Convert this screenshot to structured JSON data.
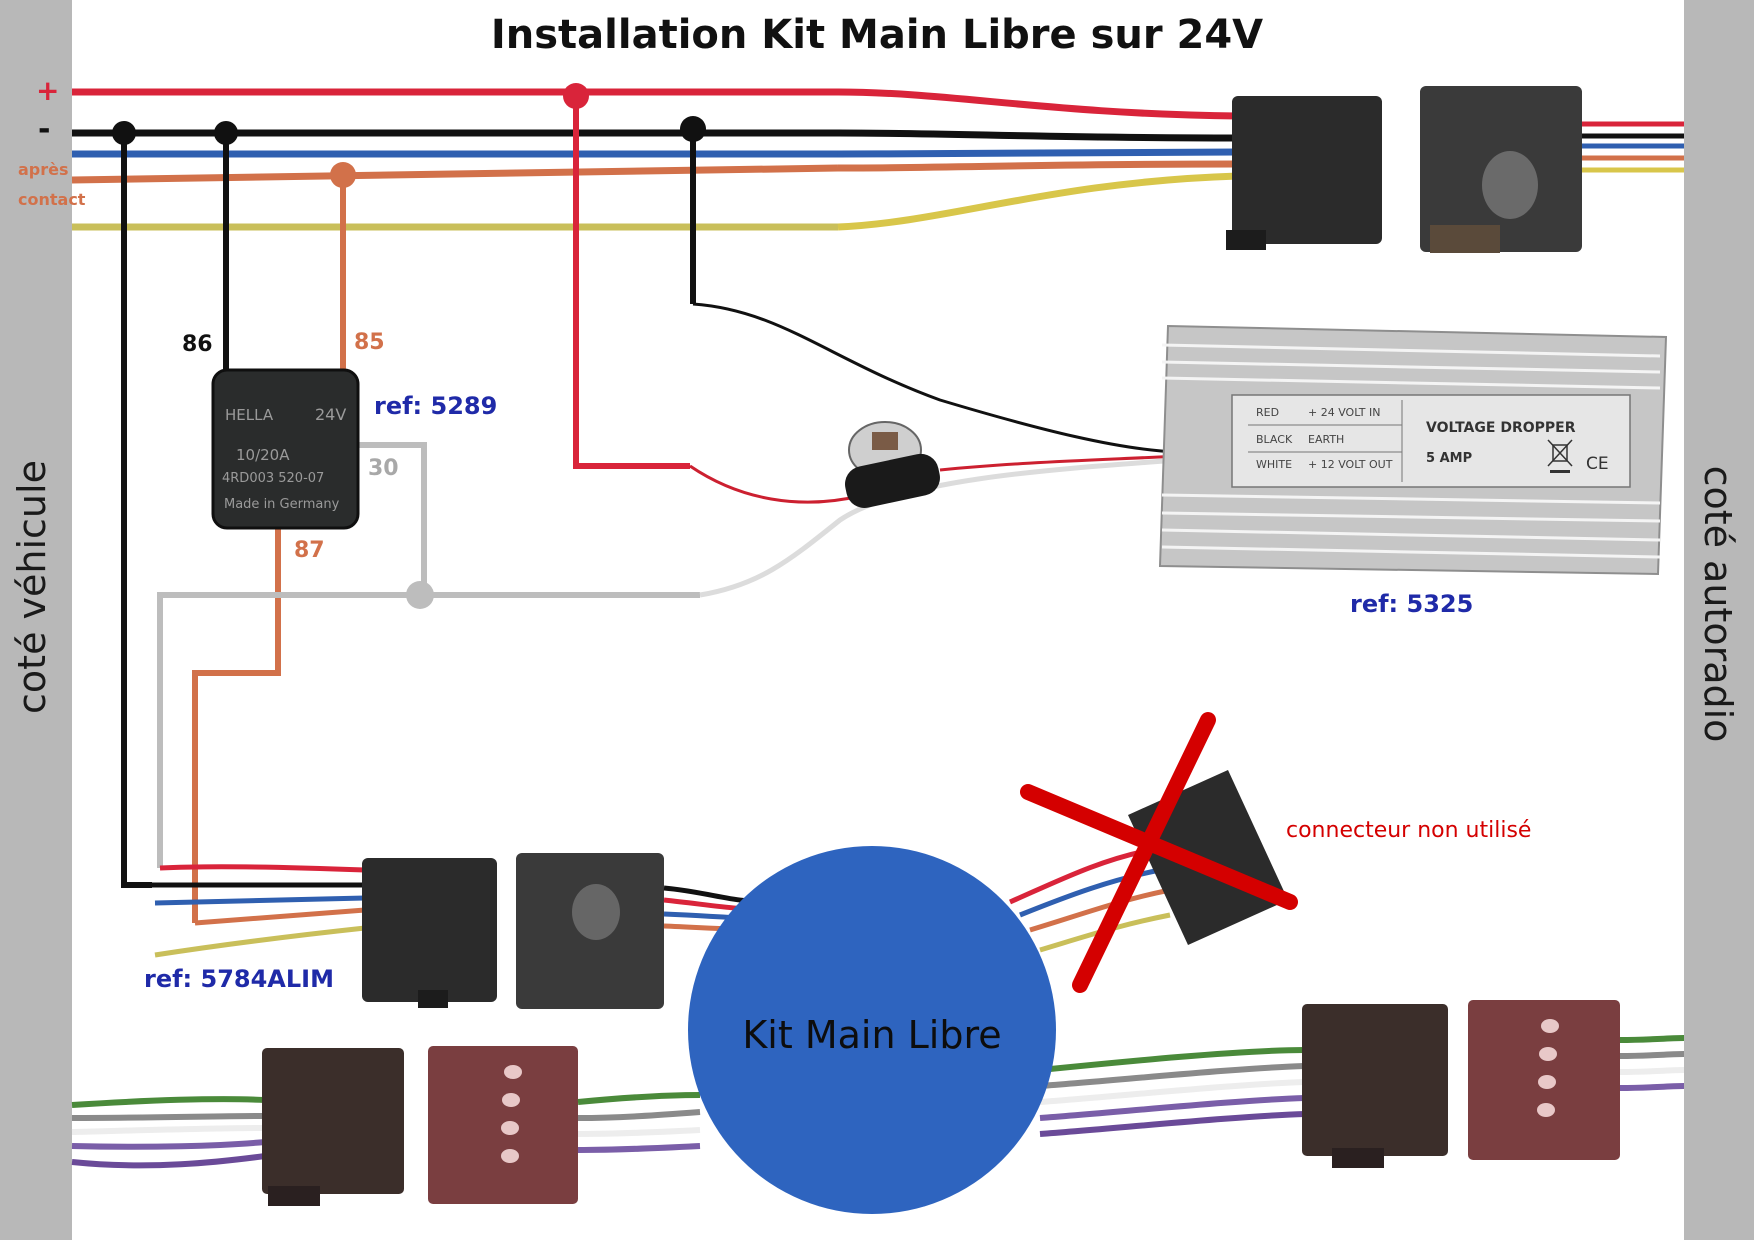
{
  "title": "Installation Kit Main Libre sur 24V",
  "left_side": "coté véhicule",
  "right_side": "coté autoradio",
  "wire_labels": {
    "plus": "+",
    "minus": "-",
    "ignition_line1": "après",
    "ignition_line2": "contact"
  },
  "relay": {
    "ref": "ref: 5289",
    "pins": {
      "p86": "86",
      "p85": "85",
      "p30": "30",
      "p87": "87"
    },
    "marking": [
      "HELLA",
      "24V",
      "10/20A",
      "4RD003 520-07",
      "Made in Germany"
    ]
  },
  "dropper": {
    "ref": "ref: 5325",
    "title": "VOLTAGE DROPPER",
    "rating": "5 AMP",
    "rows": [
      {
        "color": "RED",
        "desc": "+ 24 VOLT IN"
      },
      {
        "color": "BLACK",
        "desc": "EARTH"
      },
      {
        "color": "WHITE",
        "desc": "+ 12 VOLT OUT"
      }
    ],
    "marks": "CE"
  },
  "harness_ref": "ref: 5784ALIM",
  "unused_connector": "connecteur non utilisé",
  "center_label": "Kit Main Libre",
  "colors": {
    "red": "#d9243a",
    "black": "#111111",
    "blue": "#2f5fb0",
    "orange": "#d2714a",
    "yellow": "#c9bf5a",
    "gray": "#bdbdbd",
    "circle": "#2e64bf",
    "cross": "#d40000",
    "ref_blue": "#1f2aa8"
  }
}
